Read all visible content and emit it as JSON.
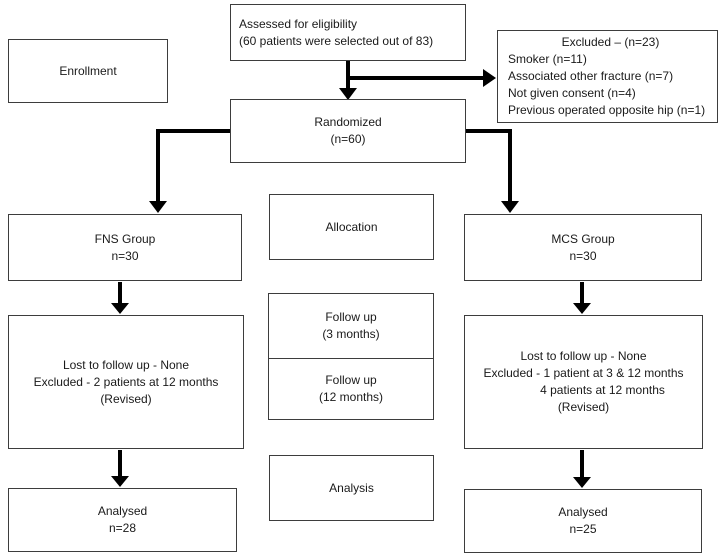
{
  "diagram": {
    "kind": "consort-flow-diagram",
    "colors": {
      "box_border": "#3d3d3d",
      "arrow": "#000000",
      "background": "#ffffff",
      "text": "#1a1a1a"
    },
    "stages": {
      "enrollment_label": "Enrollment",
      "allocation_label": "Allocation",
      "followup3_line1": "Follow up",
      "followup3_line2": "(3 months)",
      "followup12_line1": "Follow up",
      "followup12_line2": "(12 months)",
      "analysis_label": "Analysis"
    },
    "boxes": {
      "assessed": {
        "line1": "Assessed for eligibility",
        "line2": "(60 patients were selected out of 83)"
      },
      "excluded": {
        "title": "Excluded – (n=23)",
        "items": [
          "Smoker (n=11)",
          "Associated other fracture (n=7)",
          "Not given consent (n=4)",
          "Previous operated opposite hip (n=1)"
        ]
      },
      "randomized": {
        "line1": "Randomized",
        "line2": "(n=60)"
      },
      "fns_group": {
        "line1": "FNS Group",
        "line2": "n=30"
      },
      "mcs_group": {
        "line1": "MCS Group",
        "line2": "n=30"
      },
      "lost_fns": {
        "line1": "Lost to follow up - None",
        "line2": "Excluded - 2 patients at 12 months",
        "line3": "(Revised)"
      },
      "lost_mcs": {
        "line1": "Lost to follow up - None",
        "line2": "Excluded - 1 patient at 3 & 12 months",
        "line3": "4 patients at 12 months",
        "line4": "(Revised)"
      },
      "analysed_fns": {
        "line1": "Analysed",
        "line2": "n=28"
      },
      "analysed_mcs": {
        "line1": "Analysed",
        "line2": "n=25"
      }
    }
  }
}
